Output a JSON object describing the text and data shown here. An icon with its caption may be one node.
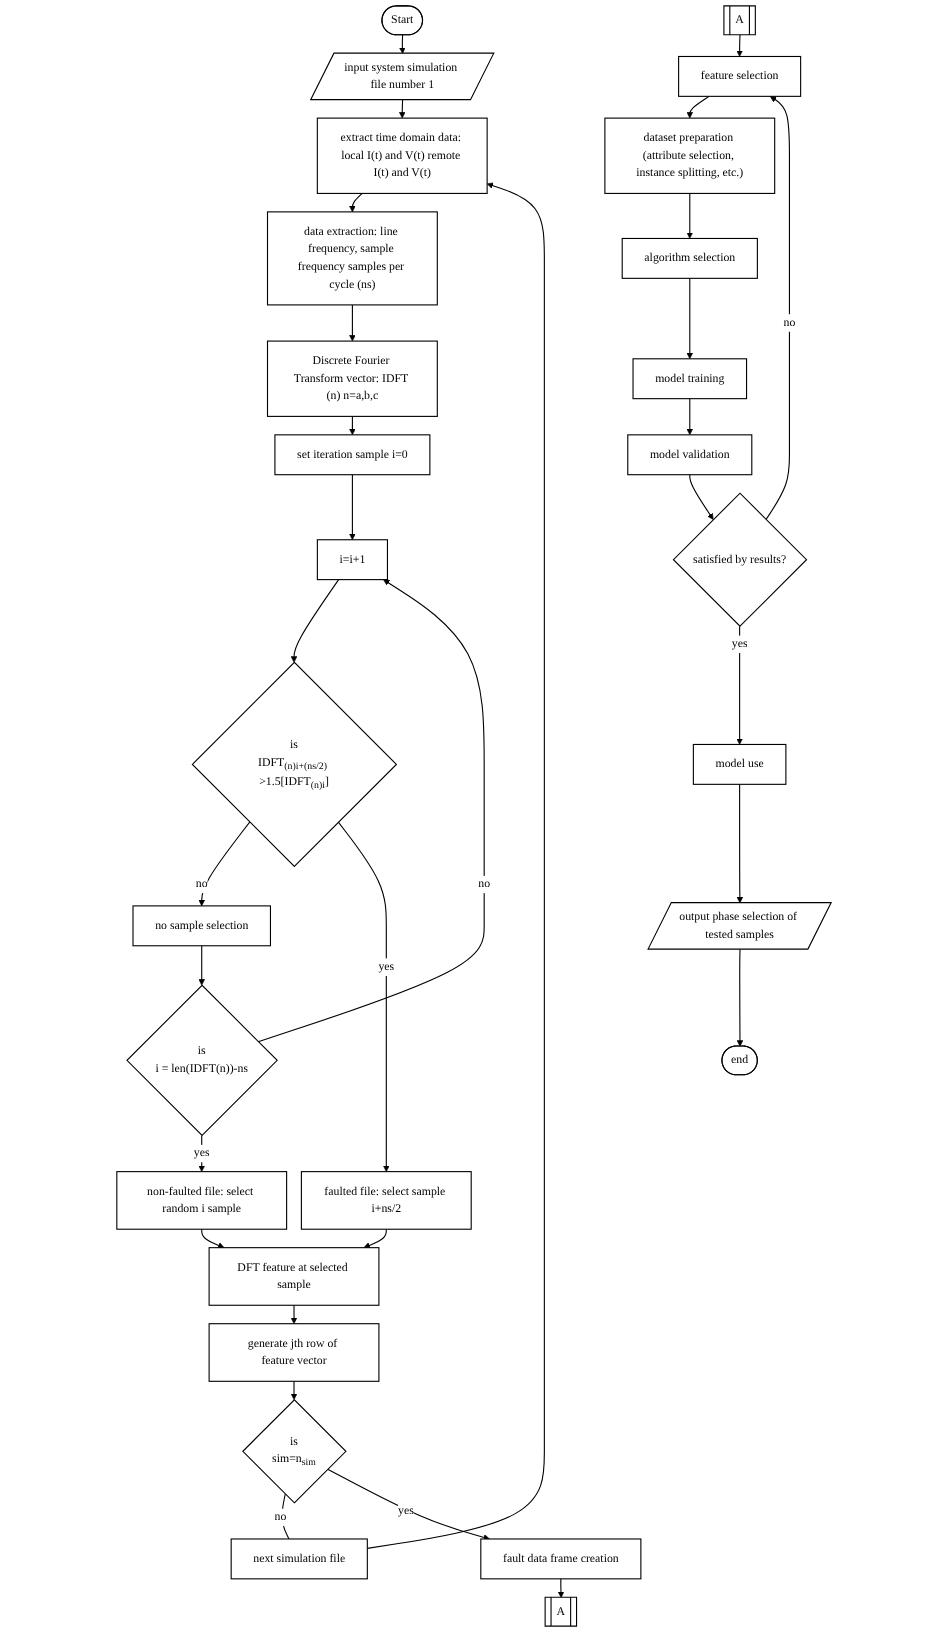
{
  "diagram": {
    "nodes": [
      {
        "text": [
          "Start"
        ]
      },
      {
        "text": [
          "input system simulation file number 1"
        ]
      },
      {
        "text": [
          "extract time domain data: local I(t) and V(t) remote I(t) and V(t)"
        ]
      },
      {
        "text": [
          "data extraction: line frequency, sample frequency samples per cycle (ns)"
        ]
      },
      {
        "text": [
          "Discrete Fourier Transform vector: IDFT (n) n=a,b,c"
        ]
      },
      {
        "text": [
          "set iteration sample i=0"
        ]
      },
      {
        "text": [
          "i=i+1"
        ]
      },
      {
        "text": [
          "is",
          "IDFT$_{(n)i+(ns/2)}$ >1.5[IDFT$_{(n)i}$]"
        ]
      },
      {
        "text": [
          "no sample selection"
        ]
      },
      {
        "text": [
          "is",
          "i = len(IDFT(n))-ns"
        ]
      },
      {
        "text": [
          "faulted file: select sample i+ns/2"
        ]
      },
      {
        "text": [
          "non-faulted file: select random i sample"
        ]
      },
      {
        "text": [
          "DFT feature at selected sample"
        ]
      },
      {
        "text": [
          "generate jth row of feature vector"
        ]
      },
      {
        "text": [
          "is",
          "sim=n$_{sim}$"
        ]
      },
      {
        "text": [
          "next simulation file"
        ]
      },
      {
        "text": [
          "fault data frame creation"
        ]
      },
      {
        "text": [
          "A"
        ]
      },
      {
        "text": [
          "A"
        ]
      },
      {
        "text": [
          "feature selection"
        ]
      },
      {
        "text": [
          "dataset preparation (attribute selection, instance splitting, etc.)"
        ]
      },
      {
        "text": [
          "algorithm selection"
        ]
      },
      {
        "text": [
          "model training"
        ]
      },
      {
        "text": [
          "model validation"
        ]
      },
      {
        "text": [
          "satisfied by results?"
        ]
      },
      {
        "text": [
          "model use"
        ]
      },
      {
        "text": [
          "output phase selection of tested samples"
        ]
      },
      {
        "text": [
          "end"
        ]
      }
    ],
    "edges": [
      {
        "from": 0,
        "to": 1,
        "arrow": "to"
      },
      {
        "from": 1,
        "to": 2,
        "arrow": "to"
      },
      {
        "from": 2,
        "to": 3,
        "arrow": "to"
      },
      {
        "from": 3,
        "to": 4,
        "arrow": "to"
      },
      {
        "from": 4,
        "to": 5,
        "arrow": "to"
      },
      {
        "from": 5,
        "to": 6,
        "arrow": "to"
      },
      {
        "from": 6,
        "to": 7,
        "arrow": "to"
      },
      {
        "from": 7,
        "to": 8,
        "label": "no",
        "arrow": "to"
      },
      {
        "from": 7,
        "to": 10,
        "label": "yes",
        "arrow": "to"
      },
      {
        "from": 8,
        "to": 9,
        "arrow": "to"
      },
      {
        "from": 9,
        "to": 6,
        "label": "no",
        "arrow": "to"
      },
      {
        "from": 9,
        "to": 11,
        "label": "yes",
        "arrow": "to"
      },
      {
        "from": 10,
        "to": 12,
        "arrow": "to"
      },
      {
        "from": 11,
        "to": 12,
        "arrow": "to"
      },
      {
        "from": 12,
        "to": 13,
        "arrow": "to"
      },
      {
        "from": 13,
        "to": 14,
        "arrow": "to"
      },
      {
        "from": 14,
        "to": 15,
        "label": "no",
        "arrow": "none"
      },
      {
        "from": 15,
        "to": 2,
        "arrow": "to"
      },
      {
        "from": 14,
        "to": 16,
        "label": "yes",
        "arrow": "to"
      },
      {
        "from": 16,
        "to": 17,
        "arrow": "to"
      },
      {
        "from": 18,
        "to": 19,
        "arrow": "to"
      },
      {
        "from": 19,
        "to": 20,
        "arrow": "to"
      },
      {
        "from": 20,
        "to": 21,
        "arrow": "to"
      },
      {
        "from": 21,
        "to": 22,
        "arrow": "to"
      },
      {
        "from": 22,
        "to": 23,
        "arrow": "to"
      },
      {
        "from": 23,
        "to": 24,
        "arrow": "to"
      },
      {
        "from": 24,
        "to": 19,
        "label": "no",
        "arrow": "to"
      },
      {
        "from": 24,
        "to": 25,
        "label": "yes",
        "arrow": "to"
      },
      {
        "from": 25,
        "to": 26,
        "arrow": "to"
      },
      {
        "from": 26,
        "to": 27,
        "arrow": "to"
      }
    ]
  }
}
